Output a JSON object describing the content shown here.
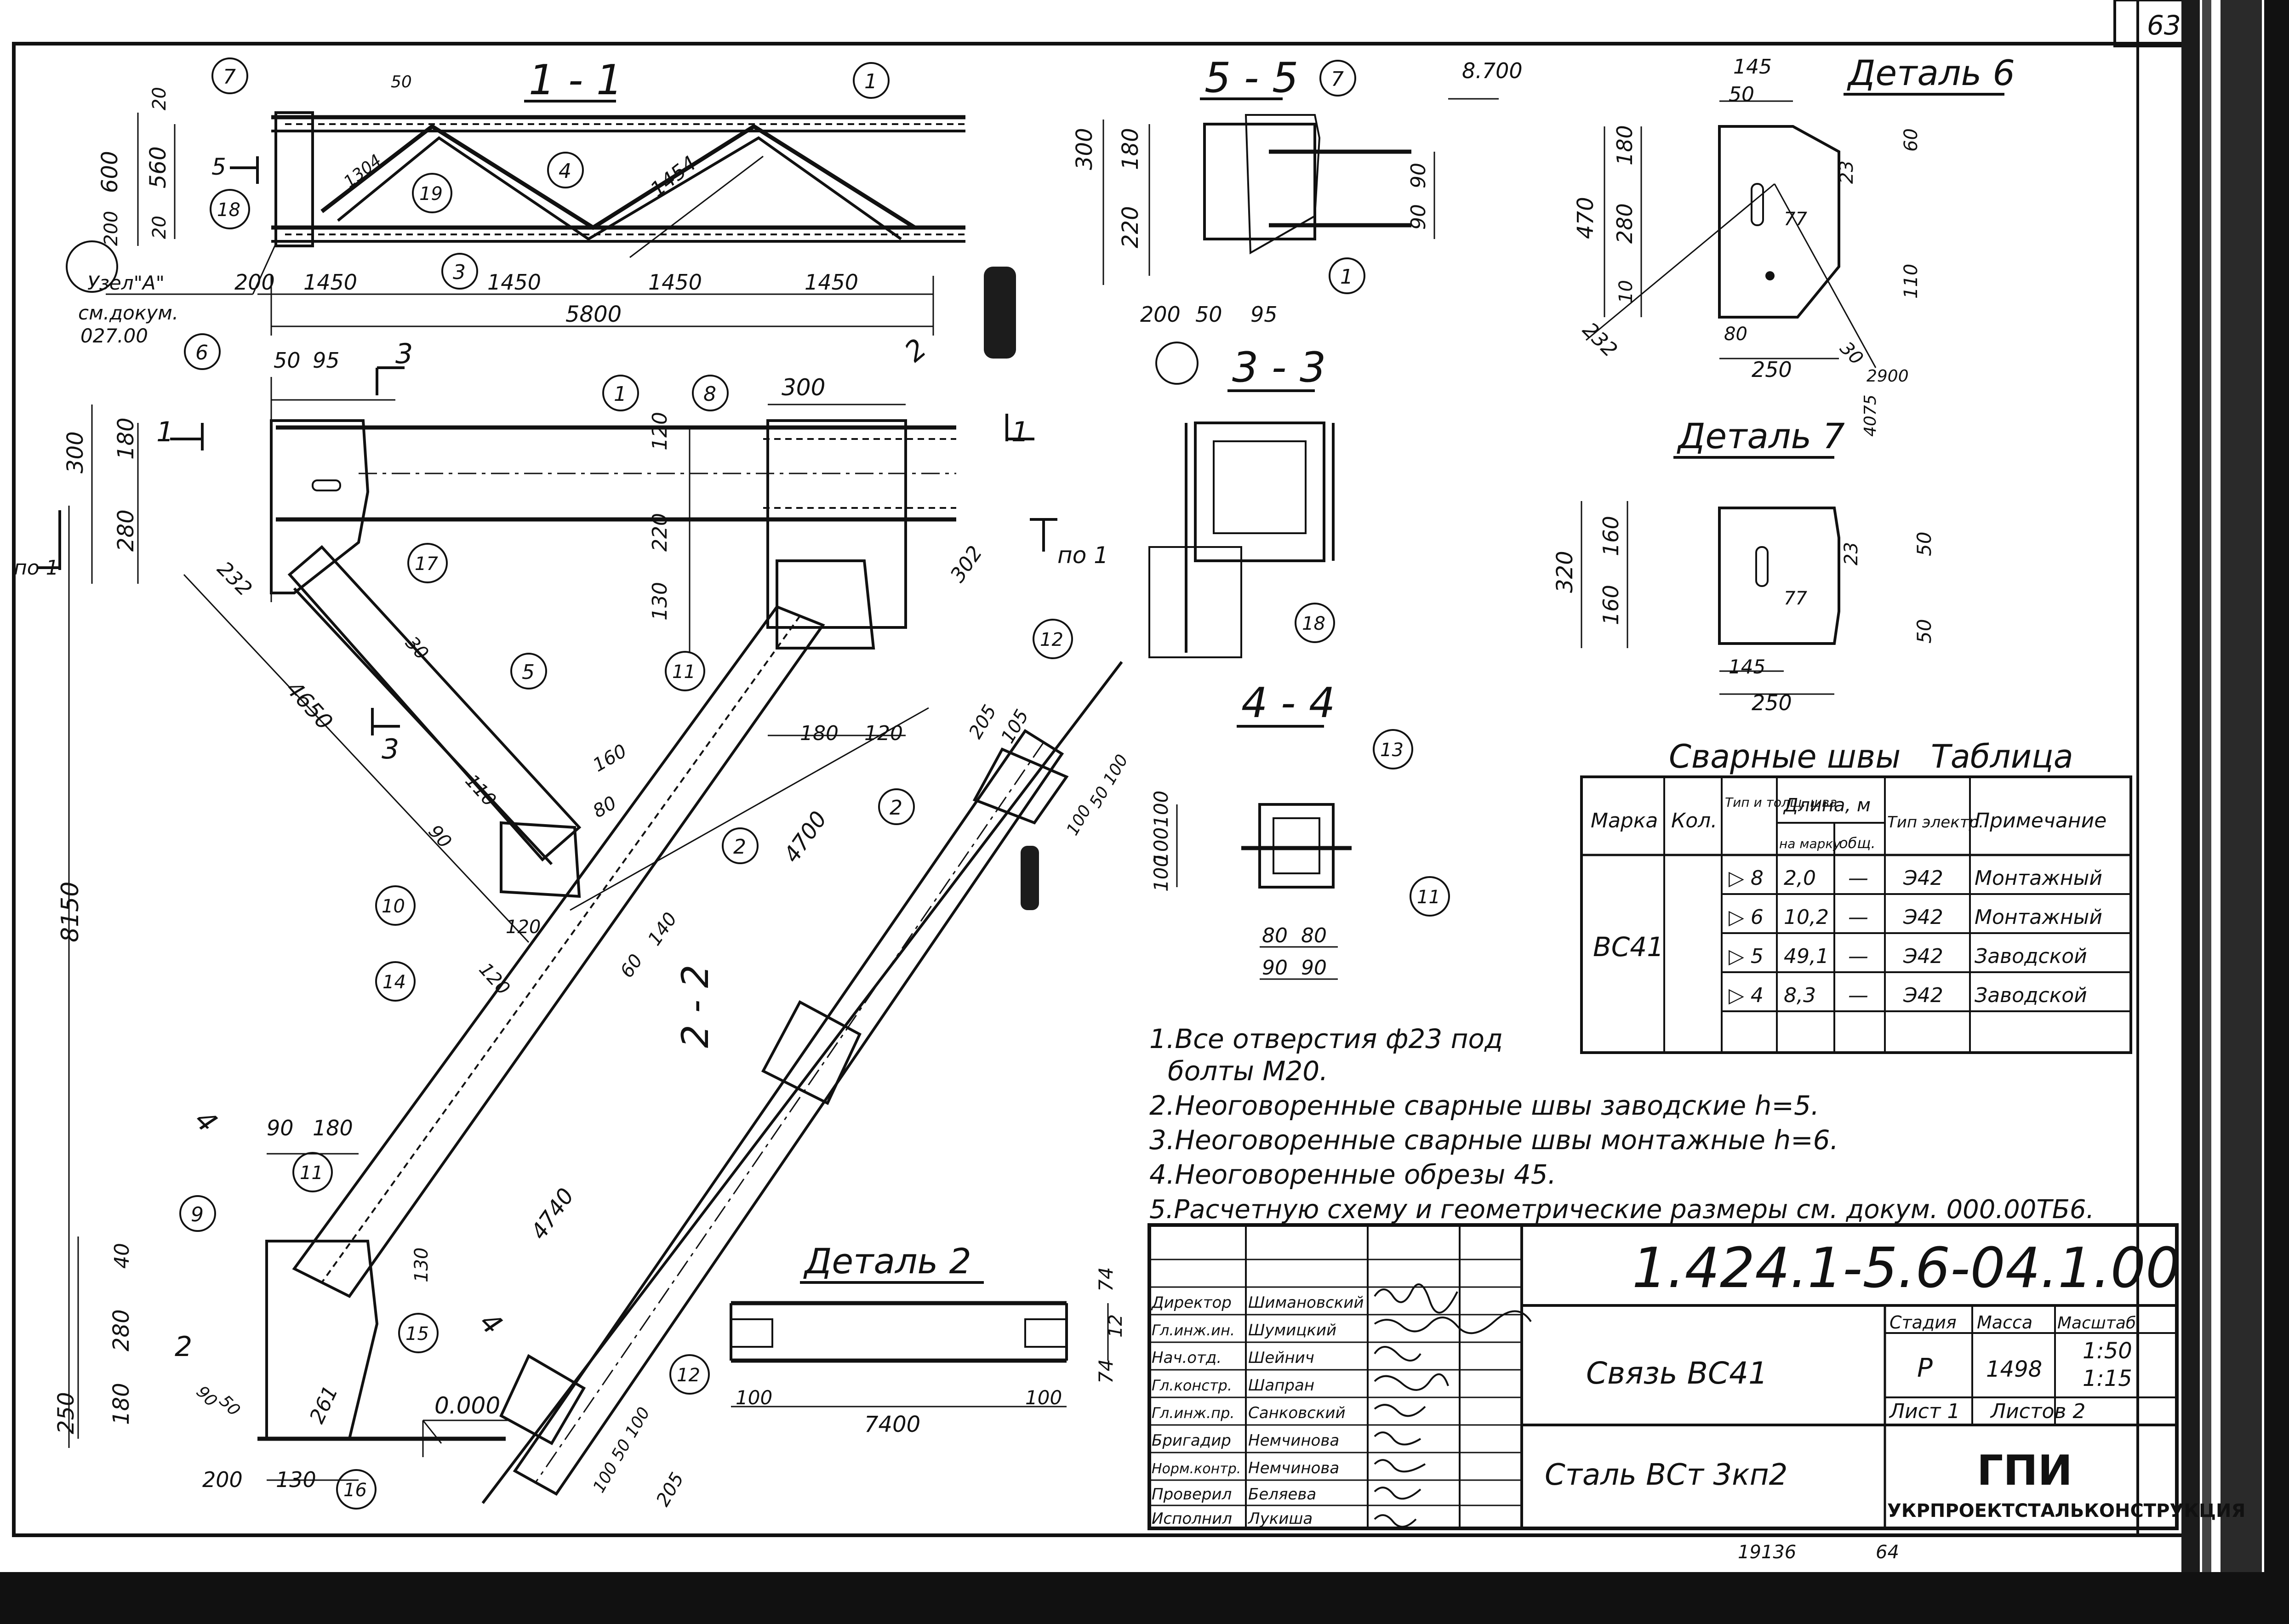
{
  "sheet_number": "63",
  "doc_number": "1.424.1-5.6-04.1.00",
  "title": "Связь ВС41",
  "material": "Сталь ВСт 3кп2",
  "org": {
    "short": "ГПИ",
    "full": "УКРПРОЕКТСТАЛЬКОНСТРУКЦИЯ"
  },
  "stage_header": "Стадия",
  "mass_header": "Масса",
  "scale_header": "Масштаб",
  "stage": "Р",
  "mass": "1498",
  "scale": "1:50\n1:15",
  "sheet_label": "Лист 1",
  "sheets_label": "Листов 2",
  "staff": [
    {
      "role": "Директор",
      "name": "Шимановский"
    },
    {
      "role": "Гл.инж.ин.",
      "name": "Шумицкий"
    },
    {
      "role": "Нач.отд.",
      "name": "Шейнич"
    },
    {
      "role": "Гл.констр.",
      "name": "Шапран"
    },
    {
      "role": "Гл.инж.пр.",
      "name": "Санковский"
    },
    {
      "role": "Бригадир",
      "name": "Немчинова"
    },
    {
      "role": "Норм.контр.",
      "name": "Немчинова"
    },
    {
      "role": "Проверил",
      "name": "Беляева"
    },
    {
      "role": "Исполнил",
      "name": "Лукиша"
    }
  ],
  "weld_table": {
    "title": "Сварные швы",
    "title2": "Таблица",
    "headers": [
      "Марка",
      "Кол.",
      "Тип и толщ. шва",
      "Длина, м",
      "на марку",
      "общ.",
      "Тип электр.",
      "Примечание"
    ],
    "mark": "ВС41",
    "rows": [
      [
        "▷ 8",
        "2,0",
        "—",
        "Э42",
        "Монтажный"
      ],
      [
        "▷ 6",
        "10,2",
        "—",
        "Э42",
        "Монтажный"
      ],
      [
        "▷ 5",
        "49,1",
        "—",
        "Э42",
        "Заводской"
      ],
      [
        "▷ 4",
        "8,3",
        "—",
        "Э42",
        "Заводской"
      ]
    ]
  },
  "notes": [
    "1.Все отверстия ф23 под",
    "болты М20.",
    "2.Неоговоренные сварные швы заводские h=5.",
    "3.Неоговоренные сварные швы монтажные h=6.",
    "4.Неоговоренные обрезы 45.",
    "5.Расчетную схему и геометрические размеры см. докум. 000.00ТБ6."
  ],
  "sections": {
    "s11": "1 - 1",
    "s55": "5 - 5",
    "s33": "3 - 3",
    "s44": "4 - 4",
    "s22": "2 - 2",
    "d6": "Деталь 6",
    "d7": "Деталь 7",
    "d2": "Деталь 2"
  },
  "node_ref": [
    "Узел\"А\"",
    "см.докум.",
    "027.00"
  ],
  "elevations": {
    "top": "8.700",
    "bottom": "0.000"
  },
  "footer_numbers": [
    "19136",
    "64"
  ],
  "dims_11": {
    "d600": "600",
    "d560": "560",
    "d20a": "20",
    "d20b": "20",
    "d200": "200",
    "d200b": "200",
    "d1450a": "1450",
    "d1450b": "1450",
    "d1450c": "1450",
    "d1450d": "1450",
    "d5800": "5800",
    "d1304": "1304",
    "d1454": "1454",
    "d50": "50"
  },
  "dims_main": {
    "d50": "50",
    "d95": "95",
    "d300": "300",
    "d180": "180",
    "d280": "280",
    "d232": "232",
    "d300b": "300",
    "d120": "120",
    "d220": "220",
    "d130": "130",
    "d302": "302",
    "d180b": "180",
    "d120b": "120",
    "d205": "205",
    "d105": "105",
    "d100": "100",
    "d50b": "50",
    "d100b": "100",
    "d4650": "4650",
    "d30": "30",
    "d110": "110",
    "d90": "90",
    "d160": "160",
    "d80": "80",
    "d120c": "120",
    "d120d": "120",
    "d60": "60",
    "d140": "140",
    "d4700": "4700",
    "d4740": "4740",
    "d8150": "8150",
    "d90b": "90",
    "d180c": "180",
    "d40": "40",
    "d280b": "280",
    "d180d": "180",
    "d250": "250",
    "d200": "200",
    "d130b": "130",
    "d261": "261",
    "d205b": "205",
    "d100c": "100",
    "d50c": "50",
    "d100d": "100",
    "d50d": "50",
    "d90c": "90",
    "d130c": "130"
  },
  "dims_55": {
    "d300": "300",
    "d180": "180",
    "d220": "220",
    "d90a": "90",
    "d90b": "90",
    "d200": "200",
    "d50": "50",
    "d95": "95"
  },
  "dims_d6": {
    "d145": "145",
    "d50": "50",
    "d470": "470",
    "d180": "180",
    "d280": "280",
    "d10": "10",
    "d60": "60",
    "d23": "23",
    "d77": "77",
    "d110": "110",
    "d80": "80",
    "d250": "250",
    "d232": "232",
    "d30": "30",
    "d2900": "2900",
    "d4075": "4075"
  },
  "dims_d7": {
    "d320": "320",
    "d160a": "160",
    "d160b": "160",
    "d23": "23",
    "d77": "77",
    "d50a": "50",
    "d50b": "50",
    "d145": "145",
    "d250": "250"
  },
  "dims_44": {
    "d100a": "100",
    "d100b": "100",
    "d100c": "100",
    "d80a": "80",
    "d80b": "80",
    "d90a": "90",
    "d90b": "90"
  },
  "dims_d2": {
    "d74a": "74",
    "d12": "12",
    "d74b": "74",
    "d100a": "100",
    "d100b": "100",
    "d7400": "7400"
  },
  "callouts": [
    "1",
    "2",
    "3",
    "4",
    "5",
    "6",
    "7",
    "8",
    "9",
    "10",
    "11",
    "12",
    "13",
    "14",
    "15",
    "16",
    "17",
    "18",
    "19"
  ],
  "cut_marks": {
    "m1": "1",
    "m3": "3",
    "m2": "2",
    "m4": "4",
    "m5": "5",
    "po1a": "по 1",
    "po1b": "по 1"
  }
}
